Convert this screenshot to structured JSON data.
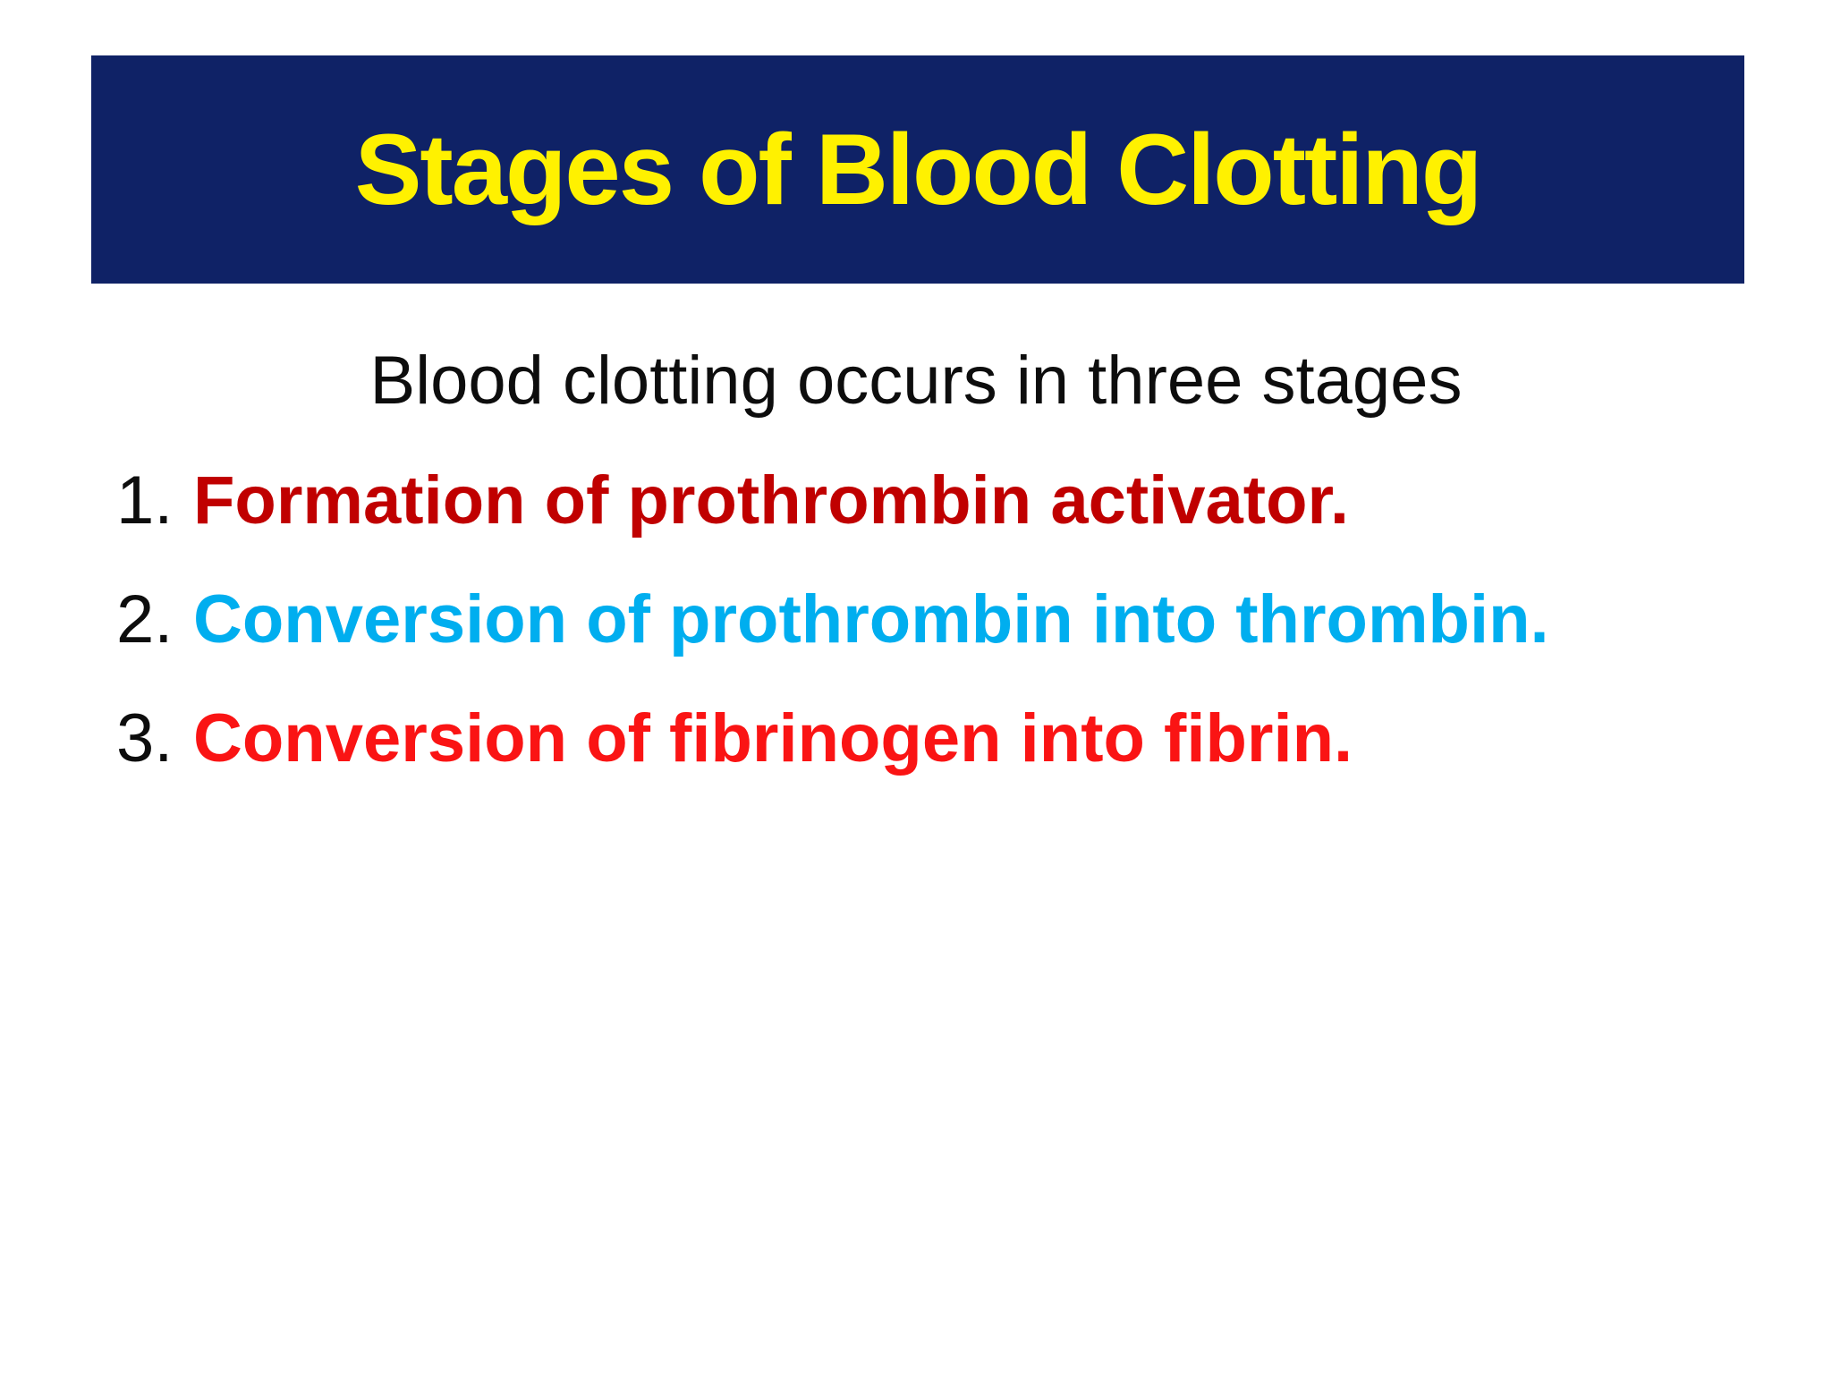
{
  "slide": {
    "title": "Stages of Blood Clotting",
    "intro": "Blood clotting occurs in three stages",
    "stages": [
      {
        "number": "1.",
        "text": "Formation of prothrombin activator.",
        "color": "#c00000"
      },
      {
        "number": "2.",
        "text": "Conversion of prothrombin into thrombin.",
        "color": "#00aeef"
      },
      {
        "number": "3.",
        "text": "Conversion of fibrinogen into fibrin.",
        "color": "#fa1414"
      }
    ],
    "colors": {
      "banner_bg": "#0f2266",
      "title_text": "#fff100",
      "intro_text": "#0d0d0d",
      "number_text": "#0d0d0d",
      "page_bg": "#ffffff"
    }
  }
}
